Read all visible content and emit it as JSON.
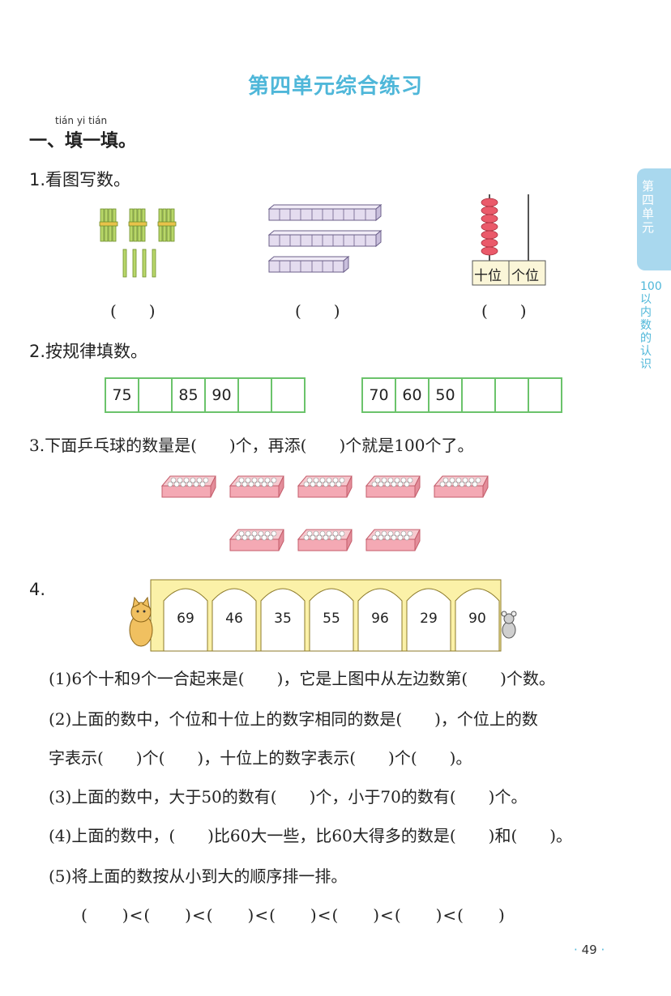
{
  "title": "第四单元综合练习",
  "section": {
    "pinyin": "tián yi tián",
    "label": "一、填一填。"
  },
  "side_tab": {
    "tab_label": "第四单元",
    "side_label": "100以内数的认识"
  },
  "q1": {
    "label": "1.看图写数。",
    "answer_blank": "(　　)",
    "abacus_tens": "十位",
    "abacus_ones": "个位"
  },
  "q2": {
    "label": "2.按规律填数。",
    "seq1": [
      "75",
      "",
      "85",
      "90",
      "",
      ""
    ],
    "seq2": [
      "70",
      "60",
      "50",
      "",
      "",
      ""
    ]
  },
  "q3": {
    "text": "3.下面乒乓球的数量是(　　)个，再添(　　)个就是100个了。"
  },
  "q4": {
    "label": "4.",
    "gate_numbers": [
      "69",
      "46",
      "35",
      "55",
      "96",
      "29",
      "90"
    ],
    "lines": [
      "(1)6个十和9个一合起来是(　　)，它是上图中从左边数第(　　)个数。",
      "(2)上面的数中，个位和十位上的数字相同的数是(　　)，个位上的数",
      "字表示(　　)个(　　)，十位上的数字表示(　　)个(　　)。",
      "(3)上面的数中，大于50的数有(　　)个，小于70的数有(　　)个。",
      "(4)上面的数中，(　　)比60大一些，比60大得多的数是(　　)和(　　)。",
      "(5)将上面的数按从小到大的顺序排一排。"
    ],
    "order_row": "(　　)<(　　)<(　　)<(　　)<(　　)<(　　)<(　　)"
  },
  "page_number": "49"
}
